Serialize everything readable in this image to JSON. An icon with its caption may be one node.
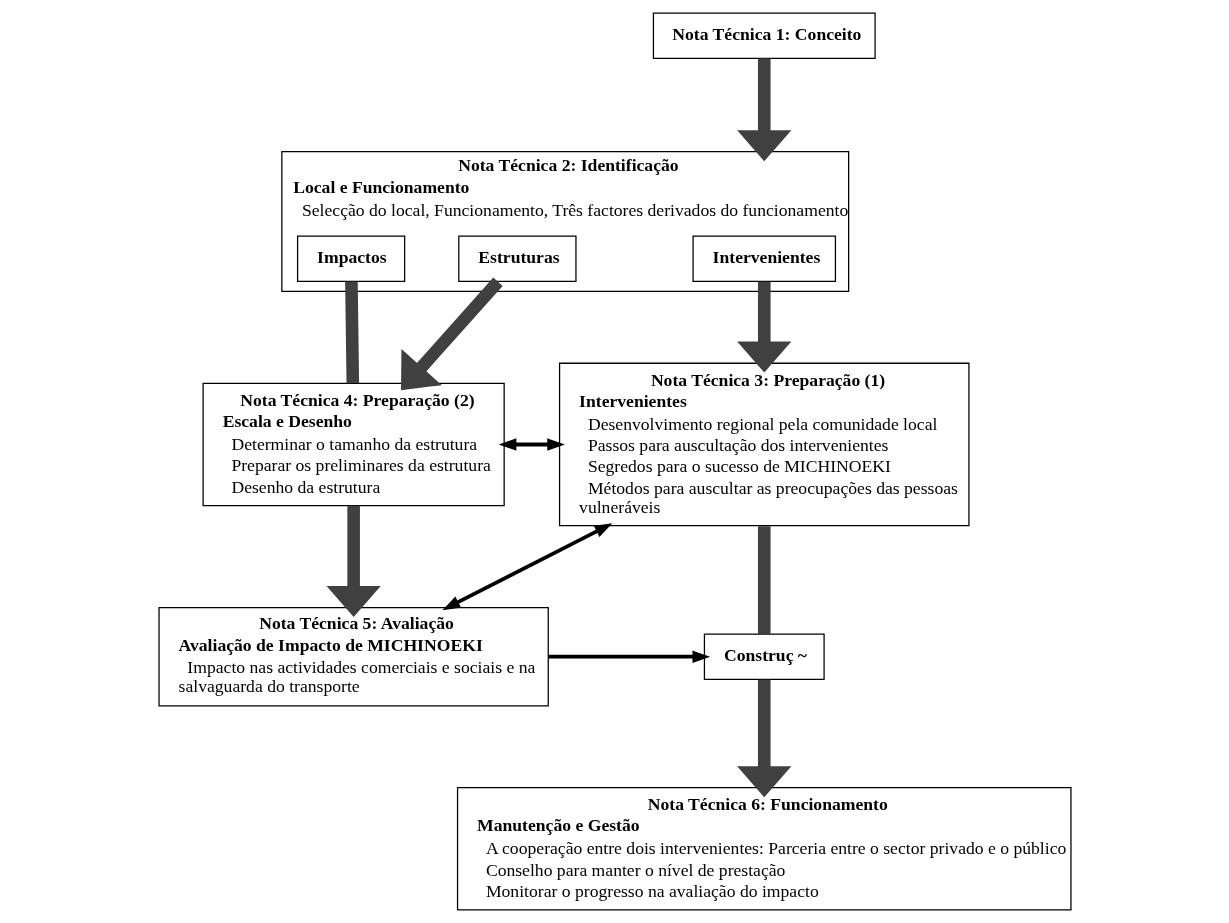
{
  "diagram": {
    "nodes": [
      {
        "text": [
          "Nota Técnica 1: Conceito"
        ]
      },
      {
        "text": [
          "Nota Técnica 2: Identificação",
          "Local e Funcionamento",
          "Selecção do local, Funcionamento, Três factores derivados do funcionamento"
        ]
      },
      {
        "text": [
          "Intervenientes"
        ],
        "in": 1
      },
      {
        "text": [
          "Estruturas"
        ],
        "in": 1
      },
      {
        "text": [
          "Impactos"
        ],
        "in": 1
      },
      {
        "text": [
          "Nota Técnica 3: Preparação (1)",
          "Intervenientes",
          "Desenvolvimento regional pela comunidade local",
          "Passos para auscultação dos intervenientes",
          "Segredos para o sucesso de MICHINOEKI",
          "Métodos para auscultar as preocupações das pessoas vulneráveis"
        ]
      },
      {
        "text": [
          "Nota Técnica 4: Preparação (2)",
          "Escala e Desenho",
          "Determinar o tamanho da estrutura",
          "Preparar os preliminares da estrutura",
          "Desenho da estrutura"
        ]
      },
      {
        "text": [
          "Nota Técnica 5: Avaliação",
          "Avaliação de Impacto de MICHINOEKI",
          "Impacto nas actividades comerciais e sociais e na salvaguarda do transporte"
        ]
      },
      {
        "text": [
          "Construç ~"
        ]
      },
      {
        "text": [
          "Nota Técnica 6: Funcionamento",
          "Manutenção e Gestão",
          "A cooperação entre dois intervenientes: Parceria entre o sector privado e o público",
          "Conselho para manter o nível de prestação",
          "Monitorar o progresso na avaliação do impacto"
        ]
      }
    ],
    "edges": [
      {
        "from": 0,
        "to": 1,
        "arrow": "to"
      },
      {
        "from": 2,
        "to": 5,
        "arrow": "to"
      },
      {
        "from": 3,
        "to": 6,
        "arrow": "to"
      },
      {
        "from": 4,
        "to": 6,
        "arrow": "none"
      },
      {
        "from": 5,
        "to": 6,
        "arrow": "both",
        "color": "#000000"
      },
      {
        "from": 6,
        "to": 7,
        "arrow": "to"
      },
      {
        "from": 5,
        "to": 7,
        "arrow": "both",
        "color": "#000000"
      },
      {
        "from": 5,
        "to": 8,
        "arrow": "none"
      },
      {
        "from": 7,
        "to": 8,
        "arrow": "to",
        "color": "#000000"
      },
      {
        "from": 8,
        "to": 9,
        "arrow": "to"
      }
    ]
  }
}
